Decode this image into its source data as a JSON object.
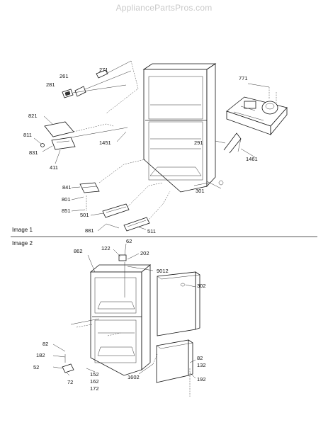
{
  "watermark": "AppliancePartsPros.com",
  "sections": {
    "image1": "Image 1",
    "image2": "Image 2"
  },
  "labels_image1": {
    "l271": "271",
    "l261": "261",
    "l281": "281",
    "l821": "821",
    "l811": "811",
    "l831": "831",
    "l411": "411",
    "l1451": "1451",
    "l771": "771",
    "l291": "291",
    "l1461": "1461",
    "l301": "301",
    "l841": "841",
    "l801": "801",
    "l851": "851",
    "l501": "501",
    "l881": "881",
    "l511": "511"
  },
  "labels_image2": {
    "l122": "122",
    "l62": "62",
    "l862": "862",
    "l202": "202",
    "l9012": "9012",
    "l302": "302",
    "l82a": "82",
    "l182": "182",
    "l52": "52",
    "l72": "72",
    "l152": "152",
    "l162": "162",
    "l172": "172",
    "l1602": "1602",
    "l82b": "82",
    "l132": "132",
    "l192": "192"
  }
}
